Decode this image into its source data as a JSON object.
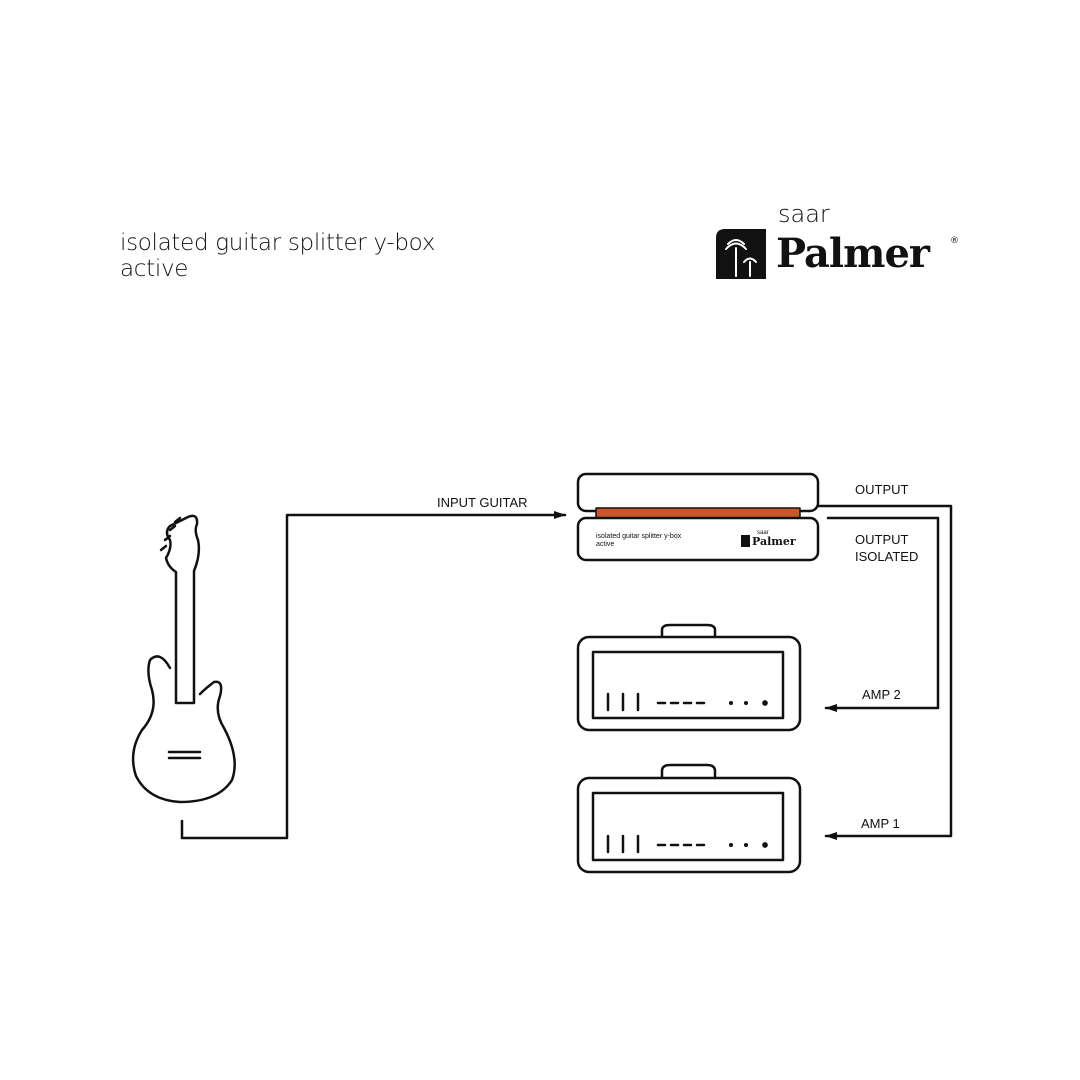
{
  "title": {
    "line1": "isolated guitar splitter y-box",
    "line2": "active"
  },
  "logo": {
    "top": "saar",
    "brand": "Palmer",
    "reg": "®"
  },
  "device": {
    "line1": "isolated guitar splitter y-box",
    "line2": "active",
    "logo_top": "saar",
    "logo_brand": "Palmer",
    "accent": "#c8582a"
  },
  "labels": {
    "input": "INPUT GUITAR",
    "output": "OUTPUT",
    "output_isolated_1": "OUTPUT",
    "output_isolated_2": "ISOLATED",
    "amp2": "AMP 2",
    "amp1": "AMP 1"
  }
}
